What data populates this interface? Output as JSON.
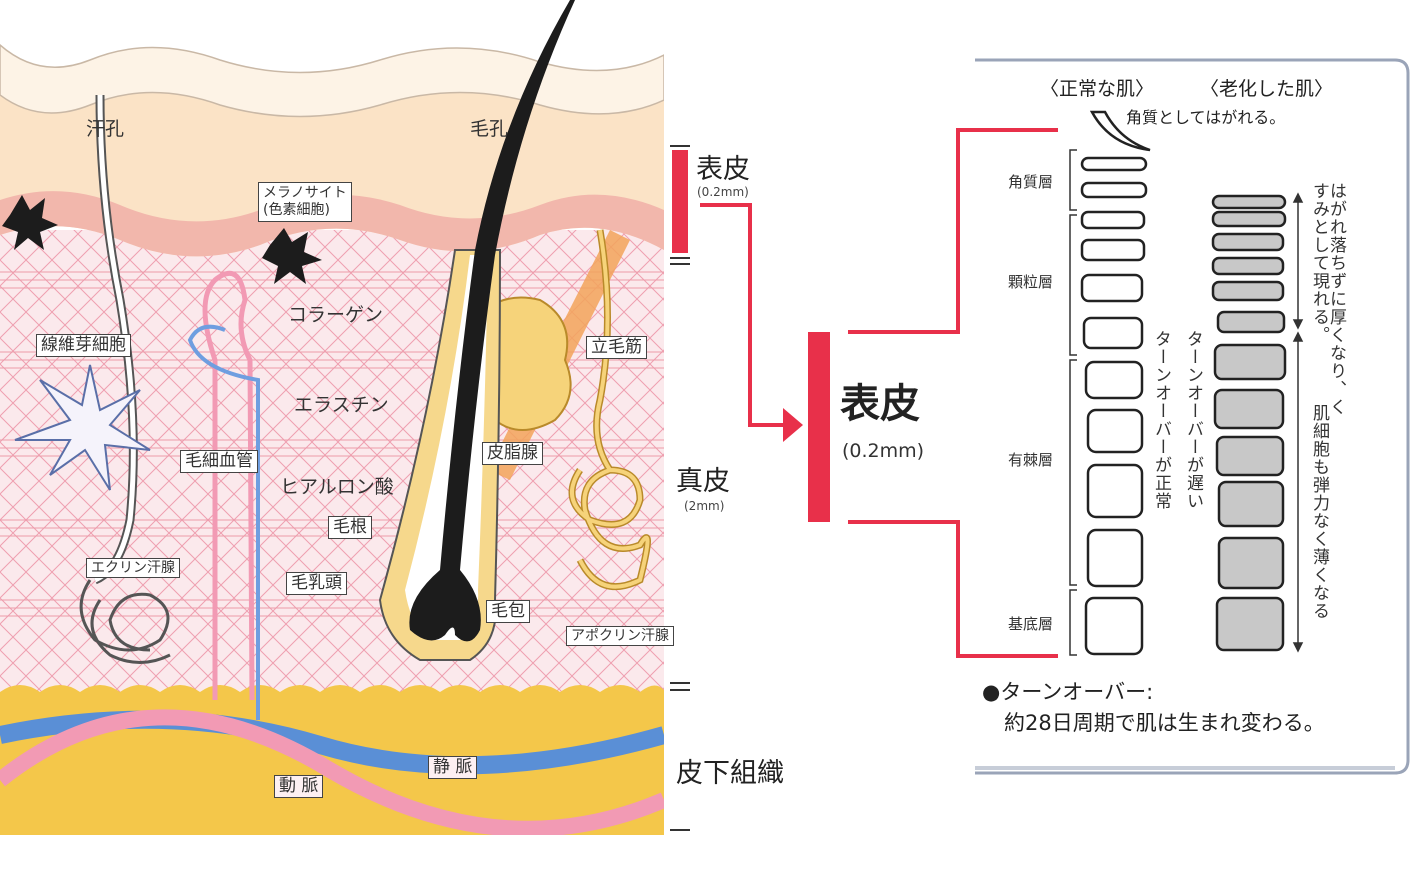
{
  "skin_diagram": {
    "pore_label": "汗孔",
    "hair_pore_label": "毛孔",
    "melanocyte_label_1": "メラノサイト",
    "melanocyte_label_2": "(色素細胞)",
    "fibroblast_label": "線維芽細胞",
    "collagen_label": "コラーゲン",
    "elastin_label": "エラスチン",
    "hyaluronic_label": "ヒアルロン酸",
    "capillary_label": "毛細血管",
    "hair_root_label": "毛根",
    "dermal_papilla_label": "毛乳頭",
    "eccrine_label": "エクリン汗腺",
    "arrector_label": "立毛筋",
    "sebaceous_label": "皮脂腺",
    "follicle_label": "毛包",
    "apocrine_label": "アポクリン汗腺",
    "vein_label": "静 脈",
    "artery_label": "動 脈"
  },
  "zones": {
    "epidermis": "表皮",
    "epidermis_thickness": "(0.2mm)",
    "dermis": "真皮",
    "dermis_thickness": "(2mm)",
    "subcutaneous": "皮下組織"
  },
  "enlarged": {
    "title": "表皮",
    "thickness": "(0.2mm)"
  },
  "turnover_panel": {
    "normal_header": "〈正常な肌〉",
    "aged_header": "〈老化した肌〉",
    "peel_note": "角質としてはがれる。",
    "layers": [
      "角質層",
      "顆粒層",
      "有棘層",
      "基底層"
    ],
    "normal_turnover": "ターンオーバーが正常",
    "slow_turnover": "ターンオーバーが遅い",
    "aged_top_note": "はがれ落ちずに厚くなり、くすみとして現れる。",
    "aged_bottom_note": "肌細胞も弾力なく薄くなる",
    "footnote_title": "●ターンオーバー:",
    "footnote_body": "約28日周期で肌は生まれ変わる。"
  },
  "colors": {
    "accent_red": "#e8304a",
    "epidermis_pink": "#f4c6c2",
    "subcutaneous_yellow": "#f4c74a",
    "vein_blue": "#5a8fd6",
    "artery_pink": "#f29ab4",
    "hair_black": "#1c1c1c"
  }
}
